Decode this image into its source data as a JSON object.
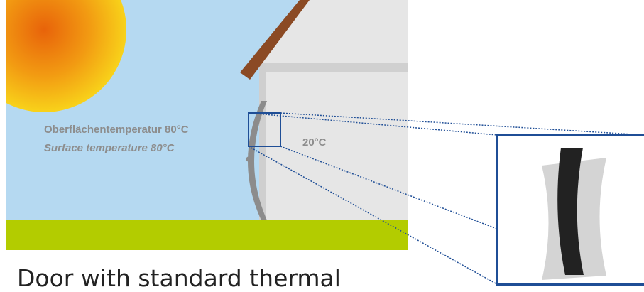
{
  "labels": {
    "surface_temp_de": "Oberflächentemperatur 80°C",
    "surface_temp_en": "Surface temperature 80°C",
    "inside_temp": "20°C"
  },
  "caption": "Door with standard thermal",
  "colors": {
    "sky": "#b5d9f1",
    "sun_center": "#e8630a",
    "sun_edge": "#f8d21a",
    "ground": "#b3cc00",
    "roof": "#8b4a24",
    "wall": "#e6e6e6",
    "door": "#8c8c8c",
    "detail_frame": "#1f4e96",
    "door_core": "#222222",
    "door_skin": "#d4d4d4",
    "label_text": "#8d8d8d"
  }
}
